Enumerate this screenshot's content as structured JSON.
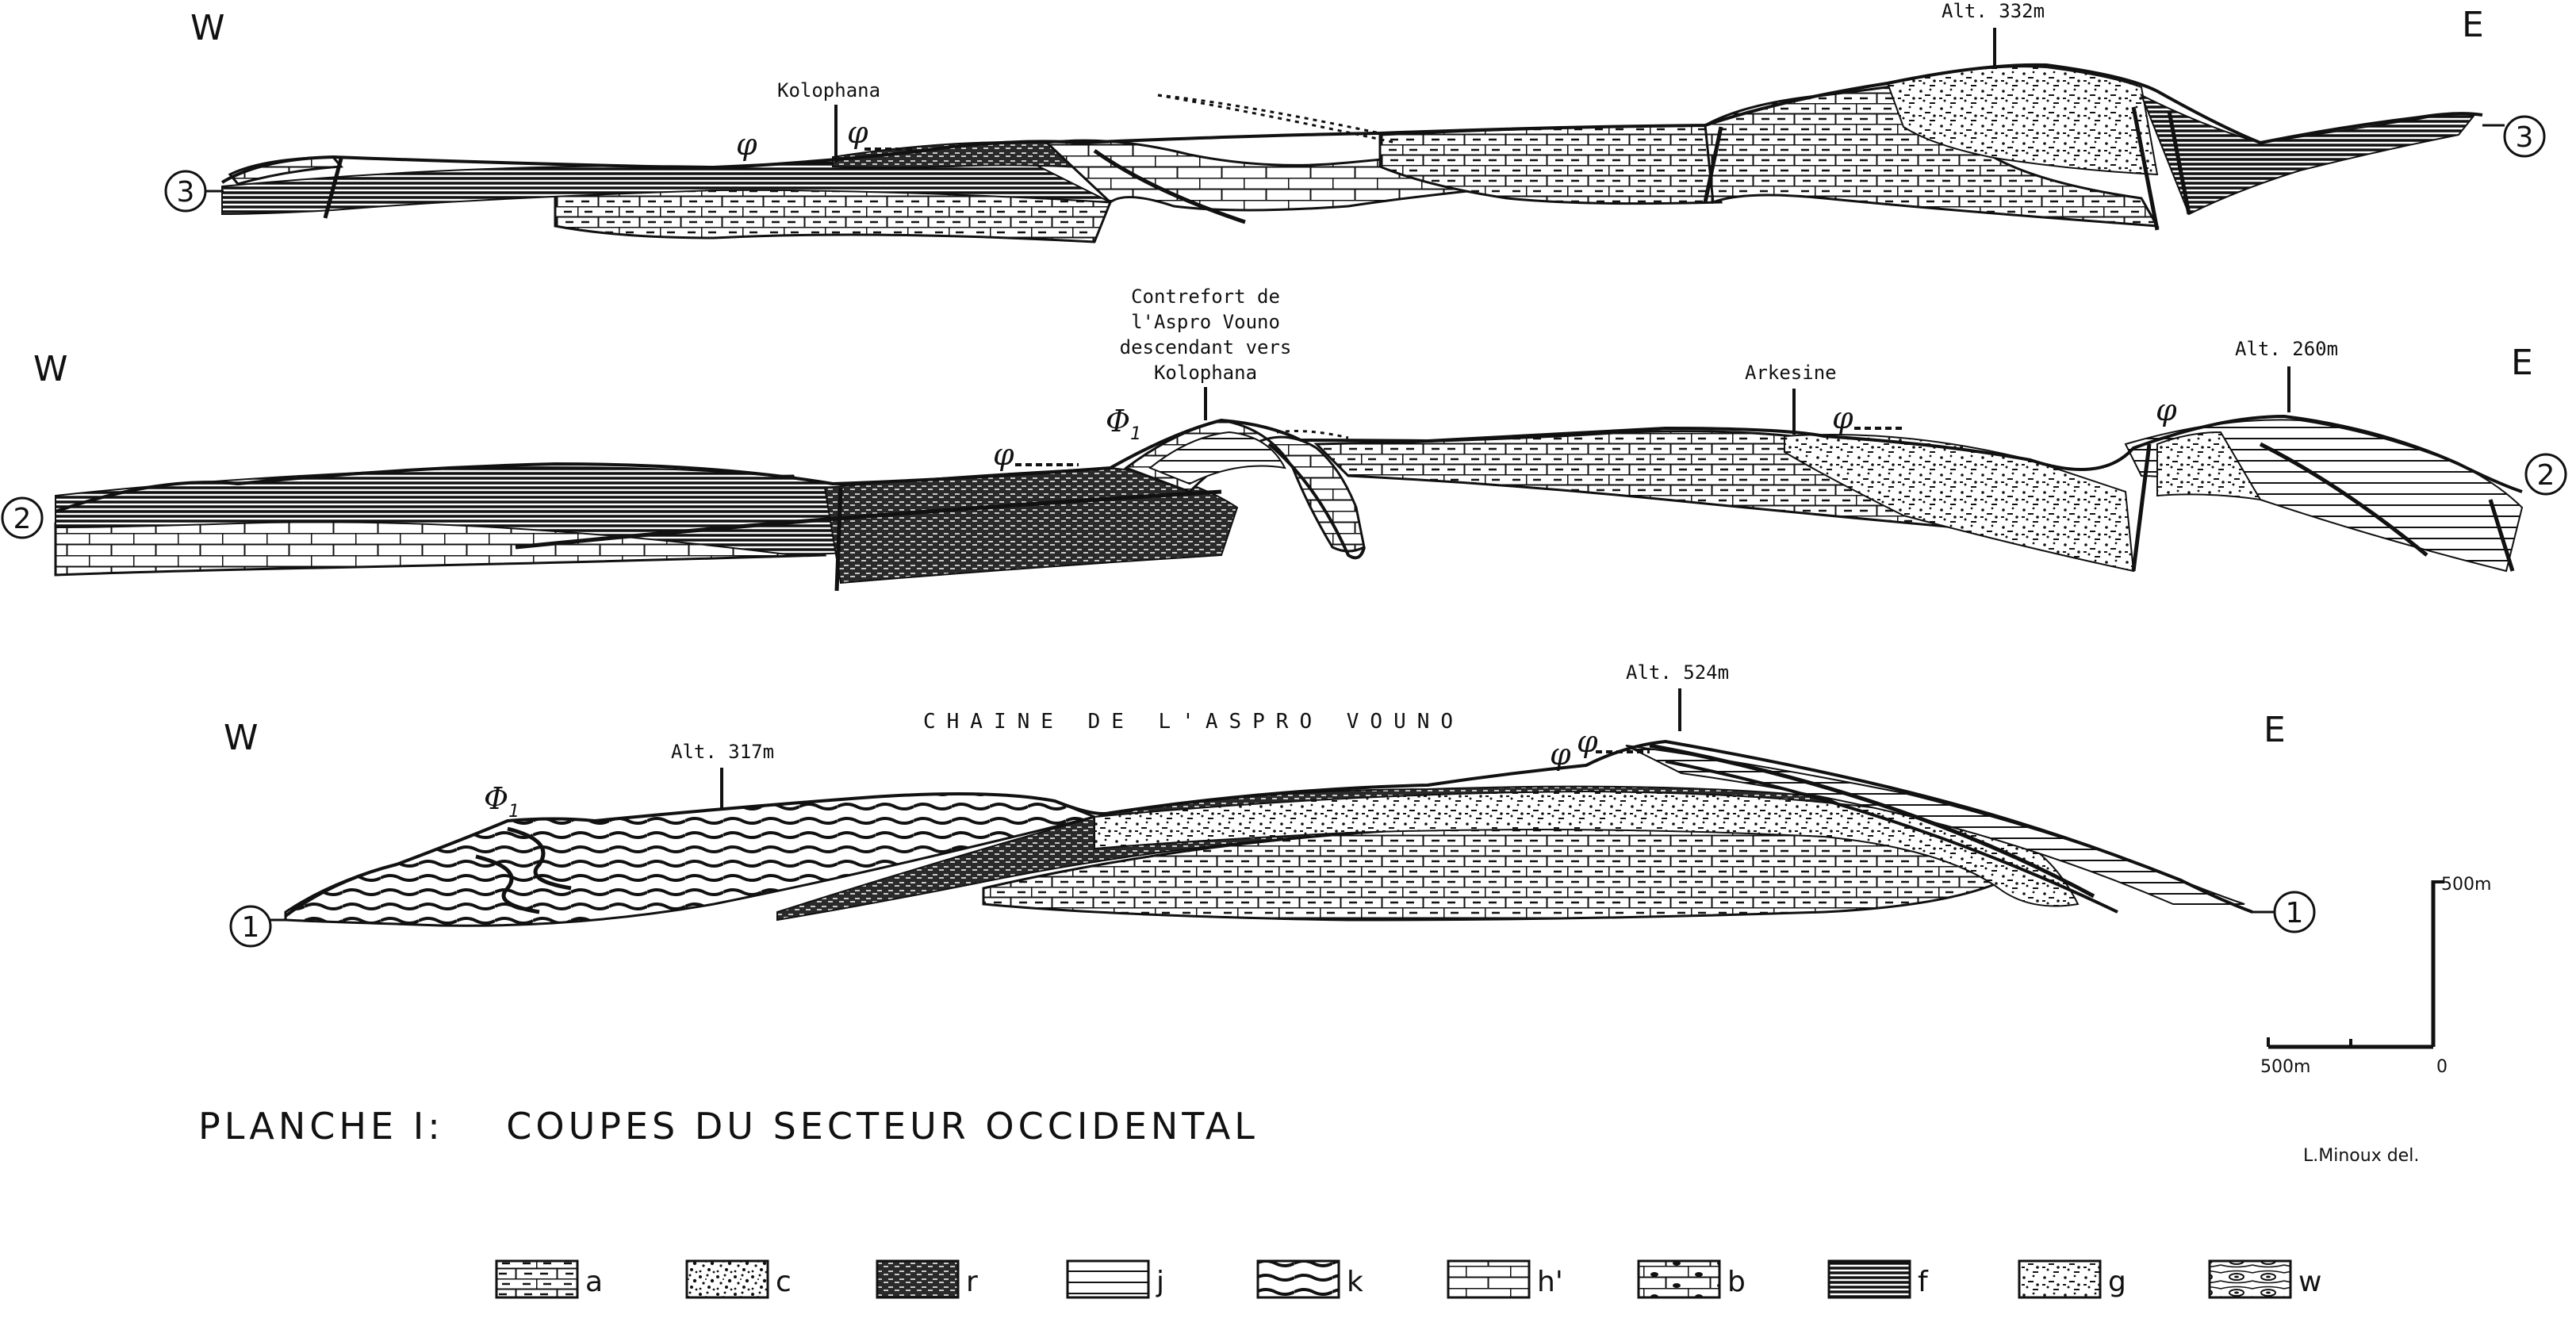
{
  "plate_title": "PLANCHE I:    COUPES DU SECTEUR OCCIDENTAL",
  "credit": "L.Minoux del.",
  "sections": [
    {
      "id": "3",
      "marker": "3",
      "west": "W",
      "east": "E",
      "labels": {
        "kolophana": "Kolophana",
        "alt": "Alt. 332m",
        "phi_a": "φ",
        "phi_b": "φ"
      }
    },
    {
      "id": "2",
      "marker": "2",
      "west": "W",
      "east": "E",
      "labels": {
        "contrefort": [
          "Contrefort de",
          "l'Aspro Vouno",
          "descendant vers",
          "Kolophana"
        ],
        "arkesine": "Arkesine",
        "alt": "Alt. 260m",
        "phi1": "Φ",
        "phi1_sub": "1",
        "phi_a": "φ",
        "phi_b": "φ",
        "phi_c": "φ"
      }
    },
    {
      "id": "1",
      "marker": "1",
      "west": "W",
      "east": "E",
      "labels": {
        "chaine": "CHAINE DE L'ASPRO VOUNO",
        "alt_a": "Alt. 317m",
        "alt_b": "Alt. 524m",
        "phi1": "Φ",
        "phi1_sub": "1",
        "phi_a": "φ",
        "phi_b": "φ"
      }
    }
  ],
  "scale": {
    "vertical": "500m",
    "horizontal": "500m",
    "zero": "0"
  },
  "legend": [
    {
      "letter": "a",
      "pattern": "limestone-dashed"
    },
    {
      "letter": "c",
      "pattern": "stipple"
    },
    {
      "letter": "r",
      "pattern": "dense-dark"
    },
    {
      "letter": "j",
      "pattern": "lines"
    },
    {
      "letter": "k",
      "pattern": "wavy-bold"
    },
    {
      "letter": "h'",
      "pattern": "brick"
    },
    {
      "letter": "b",
      "pattern": "brick-nodules"
    },
    {
      "letter": "f",
      "pattern": "fine-hatch"
    },
    {
      "letter": "g",
      "pattern": "stipple-dash"
    },
    {
      "letter": "w",
      "pattern": "lens"
    }
  ]
}
